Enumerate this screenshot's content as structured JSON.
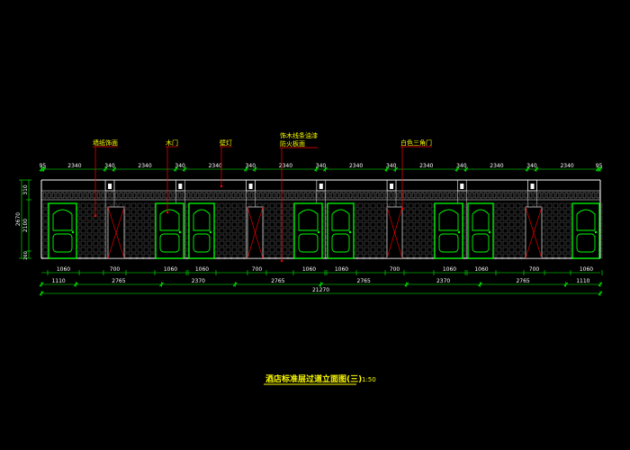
{
  "colors": {
    "background": "#000000",
    "dimension": "#00ff00",
    "leader": "#ff0000",
    "label": "#ffff00",
    "door": "#00ff00",
    "wall": "#ffffff",
    "title": "#ffff00"
  },
  "top_dims": [
    "95",
    "2340",
    "340",
    "2340",
    "340",
    "2340",
    "340",
    "2340",
    "340",
    "2340",
    "340",
    "2340",
    "340",
    "2340",
    "340",
    "2340",
    "95"
  ],
  "row1_dims": [
    "1060",
    "700",
    "1060",
    "1060",
    "700",
    "1060",
    "1060",
    "700",
    "1060",
    "1060",
    "700",
    "1060"
  ],
  "row2_dims": [
    "1110",
    "2765",
    "2370",
    "2765",
    "2765",
    "2370",
    "2765",
    "1110"
  ],
  "total_dim": "21270",
  "left_dims": {
    "total": "2670",
    "top": "310",
    "middle": "2100",
    "bottom": "260"
  },
  "callouts": [
    {
      "id": "callout-1",
      "text": "墙纸饰面"
    },
    {
      "id": "callout-2",
      "text": "木门"
    },
    {
      "id": "callout-3",
      "text": "壁灯"
    },
    {
      "id": "callout-4a",
      "text": "饰木线条油漆"
    },
    {
      "id": "callout-4b",
      "text": "防火板面"
    },
    {
      "id": "callout-5",
      "text": "白色三角门"
    }
  ],
  "title": "酒店标准层过道立面图(三)",
  "scale": "1:50"
}
